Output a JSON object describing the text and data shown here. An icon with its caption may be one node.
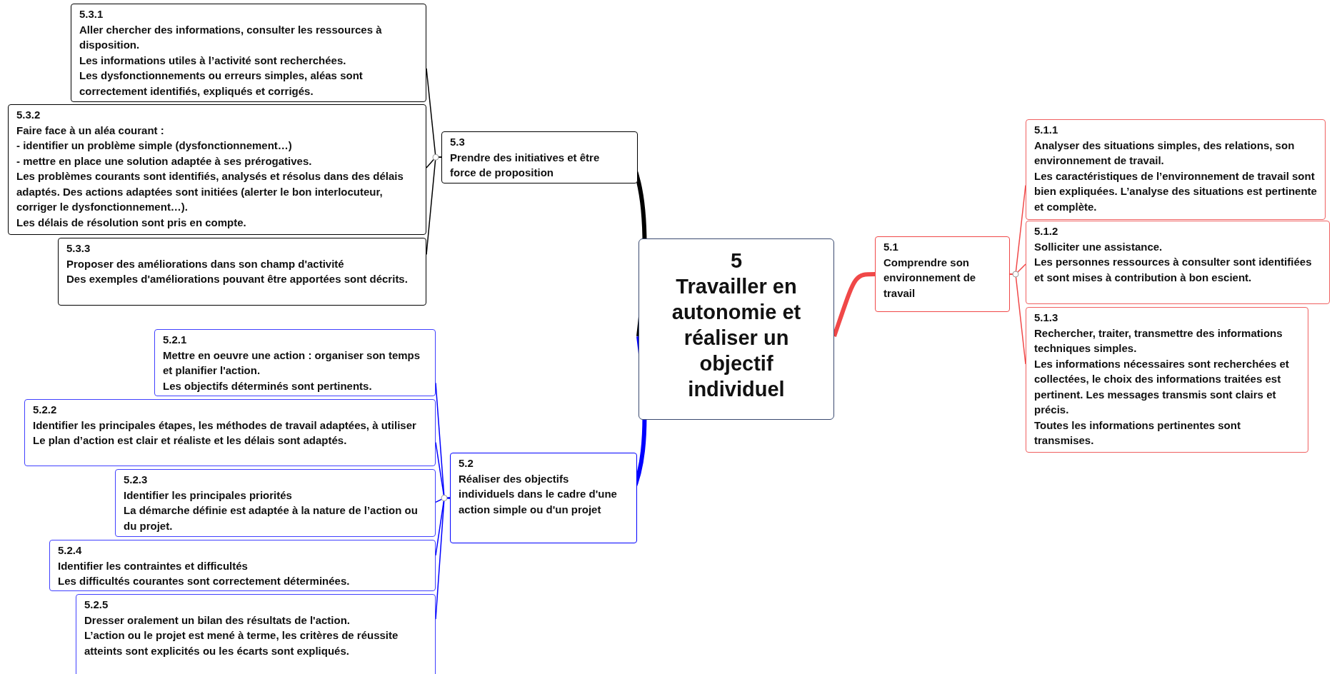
{
  "diagram": {
    "nodes": [
      {
        "text": [
          "5",
          "Travailler en autonomie et réaliser un objectif individuel"
        ]
      },
      {
        "text": [
          "5.3",
          "Prendre des initiatives et être force de proposition"
        ]
      },
      {
        "text": [
          "5.3.1",
          "Aller chercher des informations, consulter les ressources à disposition.",
          "Les informations utiles à l’activité sont recherchées.",
          "Les dysfonctionnements ou erreurs simples, aléas sont correctement identifiés, expliqués et corrigés."
        ]
      },
      {
        "text": [
          "5.3.2",
          "Faire face à un aléa courant :",
          "- identifier un problème simple (dysfonctionnement…)",
          "- mettre en place une solution adaptée à ses prérogatives.",
          "Les problèmes courants sont identifiés, analysés et résolus dans des délais adaptés. Des actions adaptées sont initiées (alerter le bon interlocuteur, corriger le dysfonctionnement…).",
          "Les délais de résolution sont pris en compte."
        ]
      },
      {
        "text": [
          "5.3.3",
          "Proposer des améliorations dans son champ d'activité",
          "Des exemples d'améliorations pouvant être apportées sont décrits."
        ]
      },
      {
        "text": [
          "5.2",
          "Réaliser des objectifs individuels dans le cadre d'une action simple ou d'un projet"
        ]
      },
      {
        "text": [
          "5.2.1",
          "Mettre en oeuvre une action : organiser son temps et planifier l'action.",
          "Les objectifs déterminés sont pertinents."
        ]
      },
      {
        "text": [
          "5.2.2",
          "Identifier les principales étapes, les méthodes de travail adaptées, à utiliser",
          "Le plan d’action est clair et réaliste et les délais sont adaptés."
        ]
      },
      {
        "text": [
          "5.2.3",
          "Identifier les principales priorités",
          "La démarche définie est adaptée à la nature de l’action ou du projet."
        ]
      },
      {
        "text": [
          "5.2.4",
          "Identifier les contraintes et difficultés",
          "Les difficultés courantes sont correctement déterminées."
        ]
      },
      {
        "text": [
          "5.2.5",
          "Dresser oralement un bilan des résultats de l'action.",
          "L’action ou le projet est mené à terme, les critères de réussite atteints sont explicités ou les écarts sont expliqués."
        ]
      },
      {
        "text": [
          "5.1",
          "Comprendre son environnement de travail"
        ]
      },
      {
        "text": [
          "5.1.1",
          "Analyser des situations simples, des relations, son environnement de travail.",
          "Les caractéristiques de l’environnement de travail sont bien expliquées. L’analyse des situations est pertinente et complète."
        ]
      },
      {
        "text": [
          "5.1.2",
          "Solliciter une assistance.",
          "Les personnes ressources à consulter sont identifiées et sont mises à contribution à bon escient."
        ]
      },
      {
        "text": [
          "5.1.3",
          "Rechercher, traiter, transmettre des informations techniques simples.",
          "Les informations nécessaires sont recherchées et collectées, le choix des informations traitées est pertinent. Les messages transmis sont clairs et précis.",
          "Toutes les informations pertinentes sont transmises."
        ]
      }
    ],
    "edges": [
      {
        "from": 0,
        "to": 1,
        "arrow": "none",
        "style": "thick",
        "color": "#000000"
      },
      {
        "from": 1,
        "to": 2,
        "arrow": "none",
        "color": "#000000"
      },
      {
        "from": 1,
        "to": 3,
        "arrow": "none",
        "color": "#000000"
      },
      {
        "from": 1,
        "to": 4,
        "arrow": "none",
        "color": "#000000"
      },
      {
        "from": 0,
        "to": 5,
        "arrow": "none",
        "style": "thick"
      },
      {
        "from": 5,
        "to": 6,
        "arrow": "none"
      },
      {
        "from": 5,
        "to": 7,
        "arrow": "none"
      },
      {
        "from": 5,
        "to": 8,
        "arrow": "none"
      },
      {
        "from": 5,
        "to": 9,
        "arrow": "none"
      },
      {
        "from": 5,
        "to": 10,
        "arrow": "none"
      },
      {
        "from": 0,
        "to": 11,
        "arrow": "none",
        "style": "thick",
        "color": "#f04848"
      },
      {
        "from": 11,
        "to": 12,
        "arrow": "none",
        "color": "#f04848"
      },
      {
        "from": 11,
        "to": 13,
        "arrow": "none",
        "color": "#f04848"
      },
      {
        "from": 11,
        "to": 14,
        "arrow": "none",
        "color": "#f04848"
      }
    ]
  }
}
